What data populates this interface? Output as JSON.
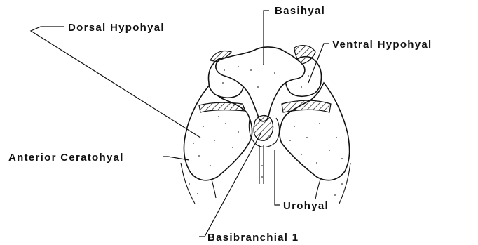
{
  "labels": {
    "basihyal": "Basihyal",
    "dorsal_hypohyal": "Dorsal Hypohyal",
    "ventral_hypohyal": "Ventral Hypohyal",
    "anterior_ceratohyal": "Anterior Ceratohyal",
    "urohyal": "Urohyal",
    "basibranchial_1": "Basibranchial 1"
  }
}
